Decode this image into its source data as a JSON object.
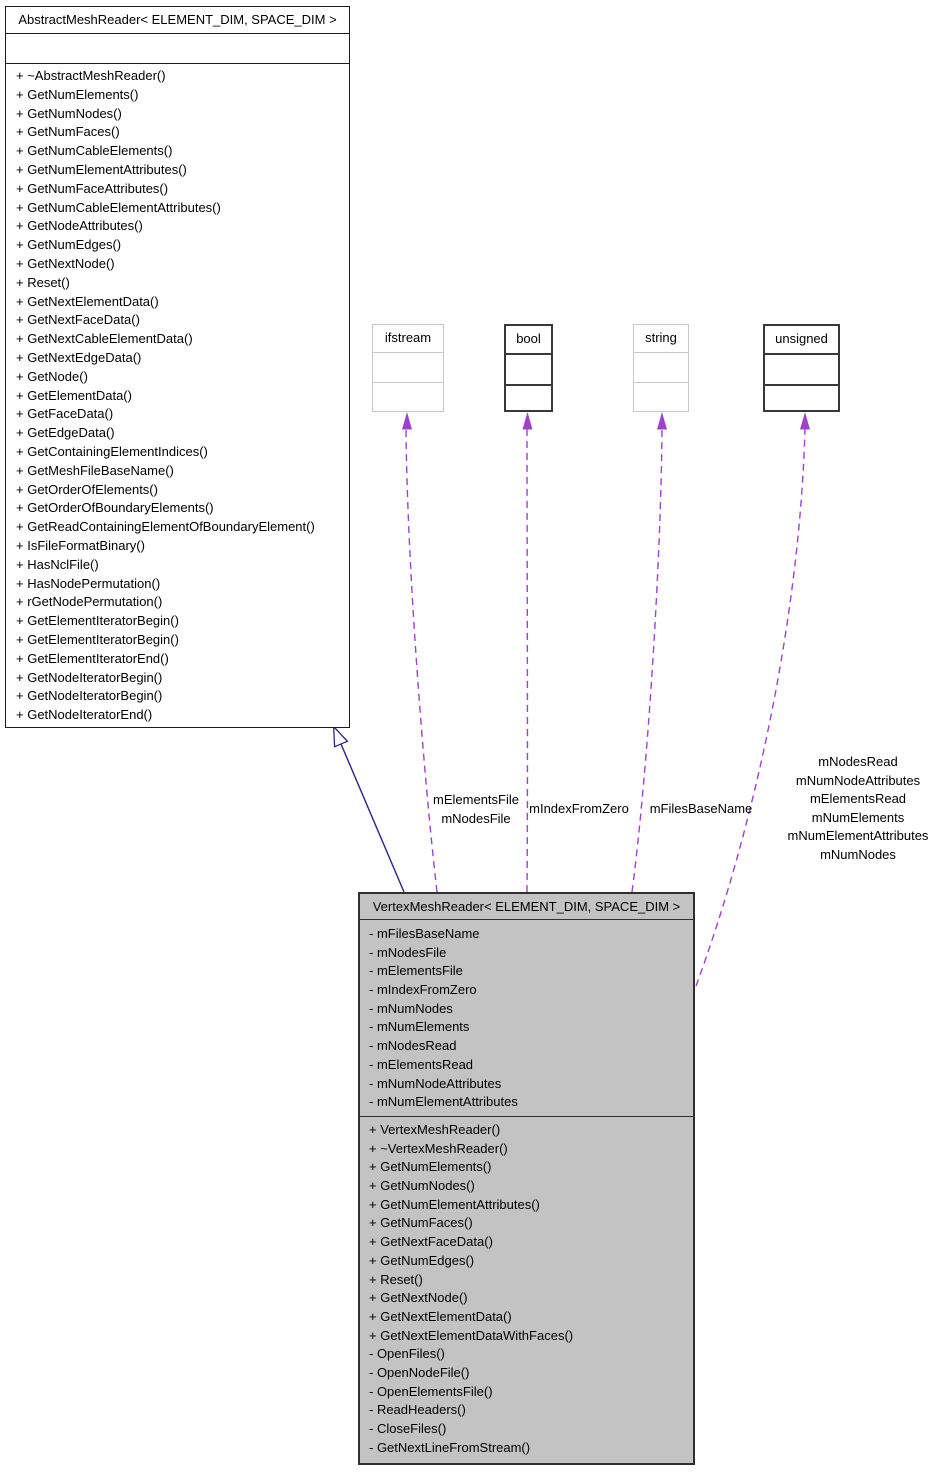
{
  "diagram": {
    "abstract_class": {
      "title": "AbstractMeshReader< ELEMENT_DIM, SPACE_DIM >",
      "methods": [
        "+ ~AbstractMeshReader()",
        "+ GetNumElements()",
        "+ GetNumNodes()",
        "+ GetNumFaces()",
        "+ GetNumCableElements()",
        "+ GetNumElementAttributes()",
        "+ GetNumFaceAttributes()",
        "+ GetNumCableElementAttributes()",
        "+ GetNodeAttributes()",
        "+ GetNumEdges()",
        "+ GetNextNode()",
        "+ Reset()",
        "+ GetNextElementData()",
        "+ GetNextFaceData()",
        "+ GetNextCableElementData()",
        "+ GetNextEdgeData()",
        "+ GetNode()",
        "+ GetElementData()",
        "+ GetFaceData()",
        "+ GetEdgeData()",
        "+ GetContainingElementIndices()",
        "+ GetMeshFileBaseName()",
        "+ GetOrderOfElements()",
        "+ GetOrderOfBoundaryElements()",
        "+ GetReadContainingElementOfBoundaryElement()",
        "+ IsFileFormatBinary()",
        "+ HasNclFile()",
        "+ HasNodePermutation()",
        "+ rGetNodePermutation()",
        "+ GetElementIteratorBegin()",
        "+ GetElementIteratorBegin()",
        "+ GetElementIteratorEnd()",
        "+ GetNodeIteratorBegin()",
        "+ GetNodeIteratorBegin()",
        "+ GetNodeIteratorEnd()"
      ]
    },
    "types": [
      {
        "title": "ifstream"
      },
      {
        "title": "bool"
      },
      {
        "title": "string"
      },
      {
        "title": "unsigned"
      }
    ],
    "vertex_class": {
      "title": "VertexMeshReader< ELEMENT_DIM, SPACE_DIM >",
      "attributes": [
        "- mFilesBaseName",
        "- mNodesFile",
        "- mElementsFile",
        "- mIndexFromZero",
        "- mNumNodes",
        "- mNumElements",
        "- mNodesRead",
        "- mElementsRead",
        "- mNumNodeAttributes",
        "- mNumElementAttributes"
      ],
      "methods": [
        "+ VertexMeshReader()",
        "+ ~VertexMeshReader()",
        "+ GetNumElements()",
        "+ GetNumNodes()",
        "+ GetNumElementAttributes()",
        "+ GetNumFaces()",
        "+ GetNextFaceData()",
        "+ GetNumEdges()",
        "+ Reset()",
        "+ GetNextNode()",
        "+ GetNextElementData()",
        "+ GetNextElementDataWithFaces()",
        "- OpenFiles()",
        "- OpenNodeFile()",
        "- OpenElementsFile()",
        "- ReadHeaders()",
        "- CloseFiles()",
        "- GetNextLineFromStream()"
      ]
    },
    "edge_labels": {
      "ifstream": [
        "mElementsFile",
        "mNodesFile"
      ],
      "bool": [
        "mIndexFromZero"
      ],
      "string": [
        "mFilesBaseName"
      ],
      "unsigned": [
        "mNodesRead",
        "mNumNodeAttributes",
        "mElementsRead",
        "mNumElements",
        "mNumElementAttributes",
        "mNumNodes"
      ]
    },
    "colors": {
      "usage_edge": "#A040D0",
      "inheritance_edge": "#26268D",
      "current_class_fill": "#C3C3C3",
      "light_border": "#C9C9C9",
      "dark_border": "#383838"
    }
  }
}
